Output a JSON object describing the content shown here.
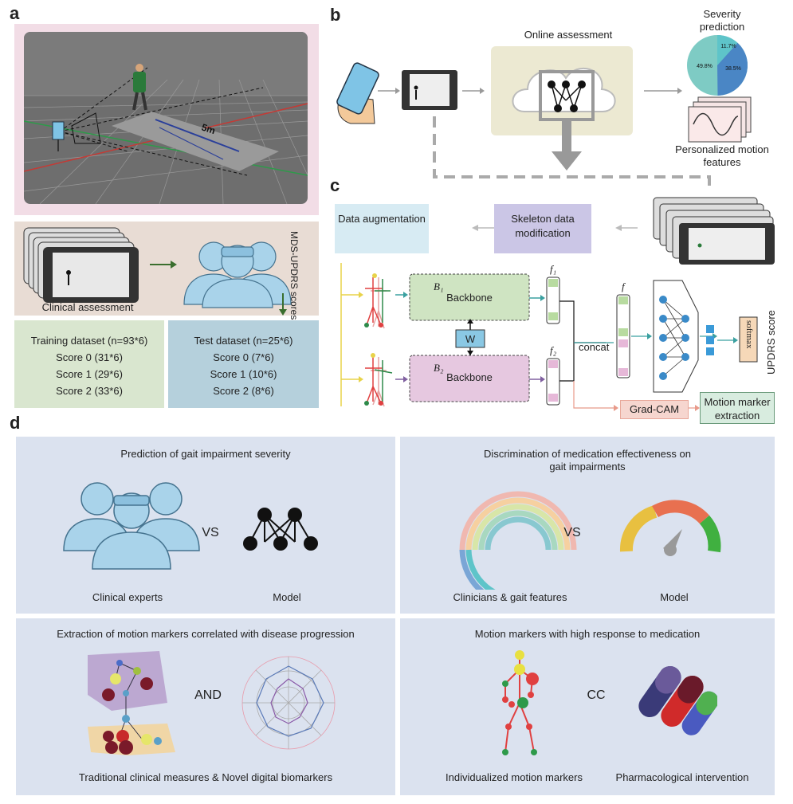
{
  "panel_a": {
    "label": "a",
    "distance": "5m",
    "clinical_assessment": "Clinical assessment",
    "scores_label": "MDS-UPDRS scores",
    "training": {
      "title": "Training dataset (n=93*6)",
      "s0": "Score 0 (31*6)",
      "s1": "Score 1 (29*6)",
      "s2": "Score 2 (33*6)"
    },
    "test": {
      "title": "Test dataset (n=25*6)",
      "s0": "Score 0 (7*6)",
      "s1": "Score 1 (10*6)",
      "s2": "Score 2 (8*6)"
    }
  },
  "panel_b": {
    "label": "b",
    "online": "Online assessment",
    "severity": "Severity prediction",
    "pie": [
      {
        "label": "11.7%",
        "value": 11.7,
        "color": "#5ec4c9"
      },
      {
        "label": "38.5%",
        "value": 38.5,
        "color": "#4a86c5"
      },
      {
        "label": "49.8%",
        "value": 49.8,
        "color": "#7ecbc4"
      }
    ],
    "personalized": "Personalized motion features"
  },
  "panel_c": {
    "label": "c",
    "augmentation": "Data augmentation",
    "skeleton": "Skeleton data modification",
    "b1": "B₁",
    "b2": "B₂",
    "backbone": "Backbone",
    "w": "W",
    "f1": "f₁",
    "f2": "f₂",
    "f": "f",
    "concat": "concat",
    "softmax": "softmax",
    "updrs": "UPDRS score",
    "gradcam": "Grad-CAM",
    "motion_marker": "Motion marker extraction"
  },
  "panel_d": {
    "label": "d",
    "q1": {
      "title": "Prediction of gait impairment severity",
      "left": "Clinical experts",
      "vs": "VS",
      "right": "Model"
    },
    "q2": {
      "title1": "Discrimination of medication effectiveness on",
      "title2": "gait impairments",
      "left": "Clinicians & gait features",
      "vs": "VS",
      "right": "Model"
    },
    "q3": {
      "title": "Extraction of motion markers correlated with disease progression",
      "and": "AND",
      "caption": "Traditional clinical measures & Novel digital biomarkers"
    },
    "q4": {
      "title": "Motion markers with high response to medication",
      "cc": "CC",
      "left": "Individualized motion markers",
      "right": "Pharmacological intervention"
    }
  },
  "colors": {
    "pink_bg": "#f2dde6",
    "scene_bg": "#6e6e6e",
    "beige_bg": "#e8dcd4",
    "green_box": "#d9e6cf",
    "blue_box": "#b5d0dc",
    "cloud_bg": "#ece9d2",
    "aug_bg": "#d7ebf3",
    "skel_bg": "#cbc6e6",
    "backbone1": "#cfe4c2",
    "backbone2": "#e6c8e0",
    "d_bg": "#dbe2ef"
  }
}
